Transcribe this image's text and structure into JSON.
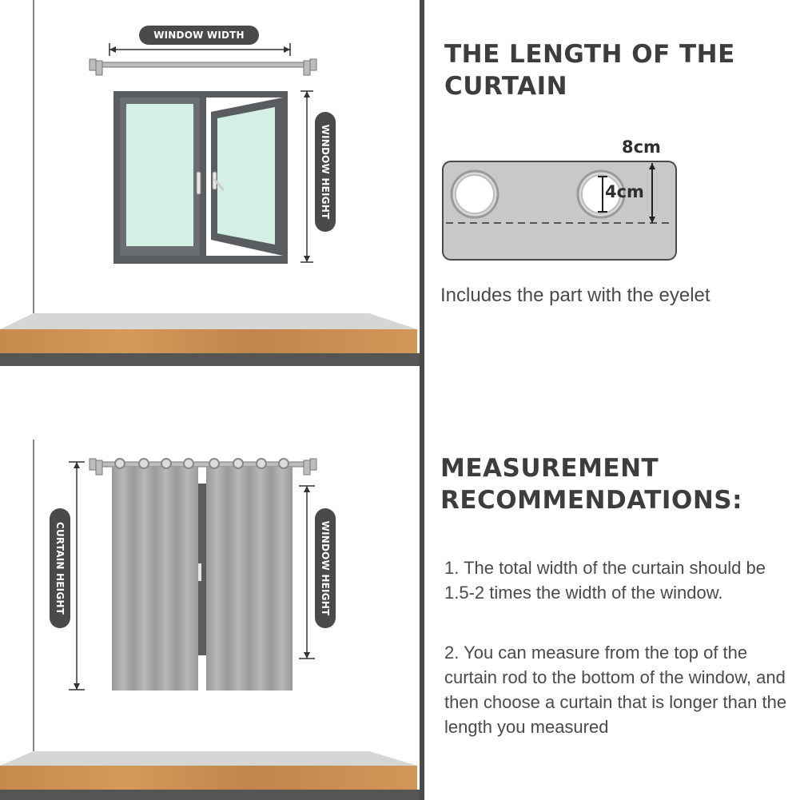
{
  "top_section": {
    "title": "THE LENGTH OF THE CURTAIN",
    "window_width_label": "WINDOW WIDTH",
    "window_height_label": "WINDOW HEIGHT",
    "eyelet_diagram": {
      "width_label": "8cm",
      "height_label": "4cm"
    },
    "note": "Includes the part with the eyelet"
  },
  "bottom_section": {
    "title": "MEASUREMENT RECOMMENDATIONS:",
    "curtain_height_label": "CURTAIN HEIGHT",
    "window_height_label": "WINDOW HEIGHT",
    "recommendations": [
      "1. The total width of the curtain should be 1.5-2 times the width of the window.",
      "2. You can measure from the top of the curtain rod to the bottom of the window, and then choose a curtain that is longer than the length you measured"
    ]
  },
  "colors": {
    "divider": "#4a4a4a",
    "floor_wood": "#c98b4a",
    "window_frame": "#5a5d60",
    "glass": "#d4f0e4",
    "curtain": "#a8a8a8",
    "heading_text": "#3d3d3d"
  }
}
